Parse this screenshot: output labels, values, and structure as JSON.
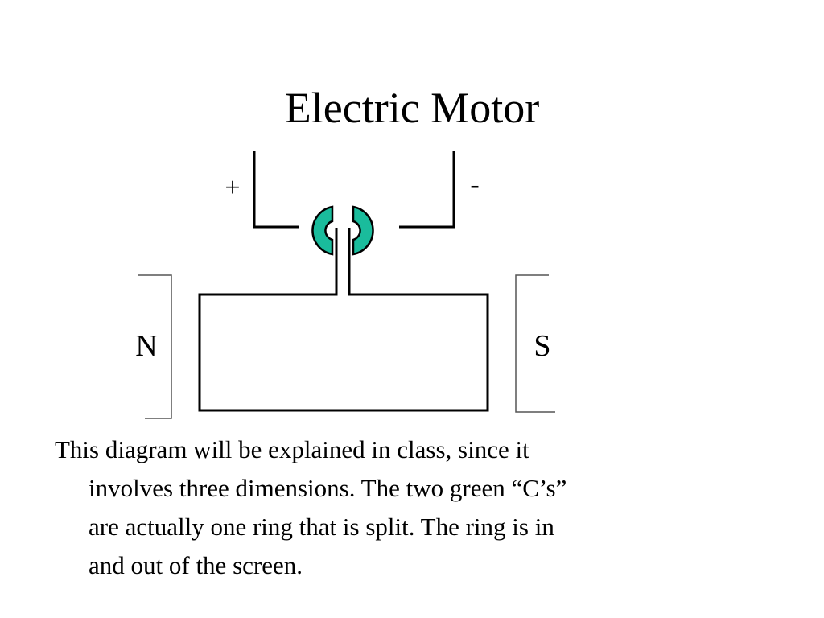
{
  "slide": {
    "title": "Electric Motor",
    "colors": {
      "commutator_fill": "#1ABC9C",
      "line": "#000000",
      "magnet_line": "#555555",
      "background": "#FFFFFF"
    }
  },
  "diagram": {
    "terminal_positive": "+",
    "terminal_negative": "-",
    "magnet_north": "N",
    "magnet_south": "S"
  },
  "caption": {
    "lines": [
      "This diagram will be explained in class, since it",
      "involves three dimensions.  The two green “C’s”",
      "are actually one ring that is split.  The ring is in",
      "and out of the screen."
    ]
  }
}
